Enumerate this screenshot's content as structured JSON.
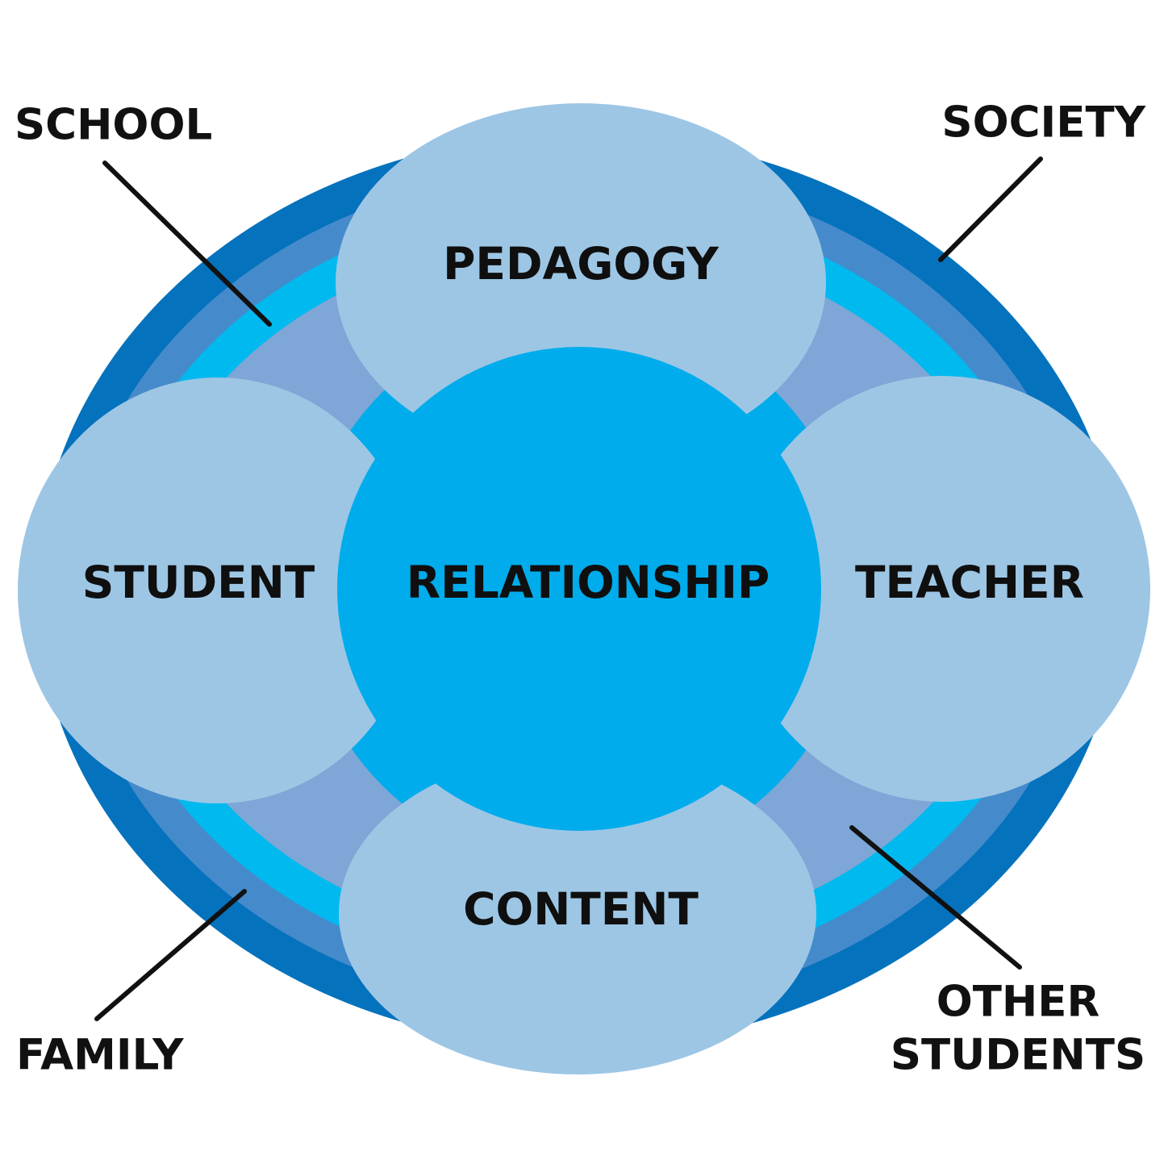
{
  "diagram": {
    "center": "RELATIONSHIP",
    "petals": {
      "top": "PEDAGOGY",
      "left": "STUDENT",
      "right": "TEACHER",
      "bottom": "CONTENT"
    },
    "callouts": {
      "school": "SCHOOL",
      "society": "SOCIETY",
      "family": "FAMILY",
      "other_students_line1": "OTHER",
      "other_students_line2": "STUDENTS"
    },
    "colors": {
      "ring_outer": "#0572bd",
      "ring_second": "#458bcb",
      "ring_third": "#00b9ef",
      "ring_inner": "#7ea6d6",
      "petal": "#9dc6e5",
      "center": "#00aceb",
      "leader_line": "#111111",
      "text": "#0f0f0f"
    }
  }
}
